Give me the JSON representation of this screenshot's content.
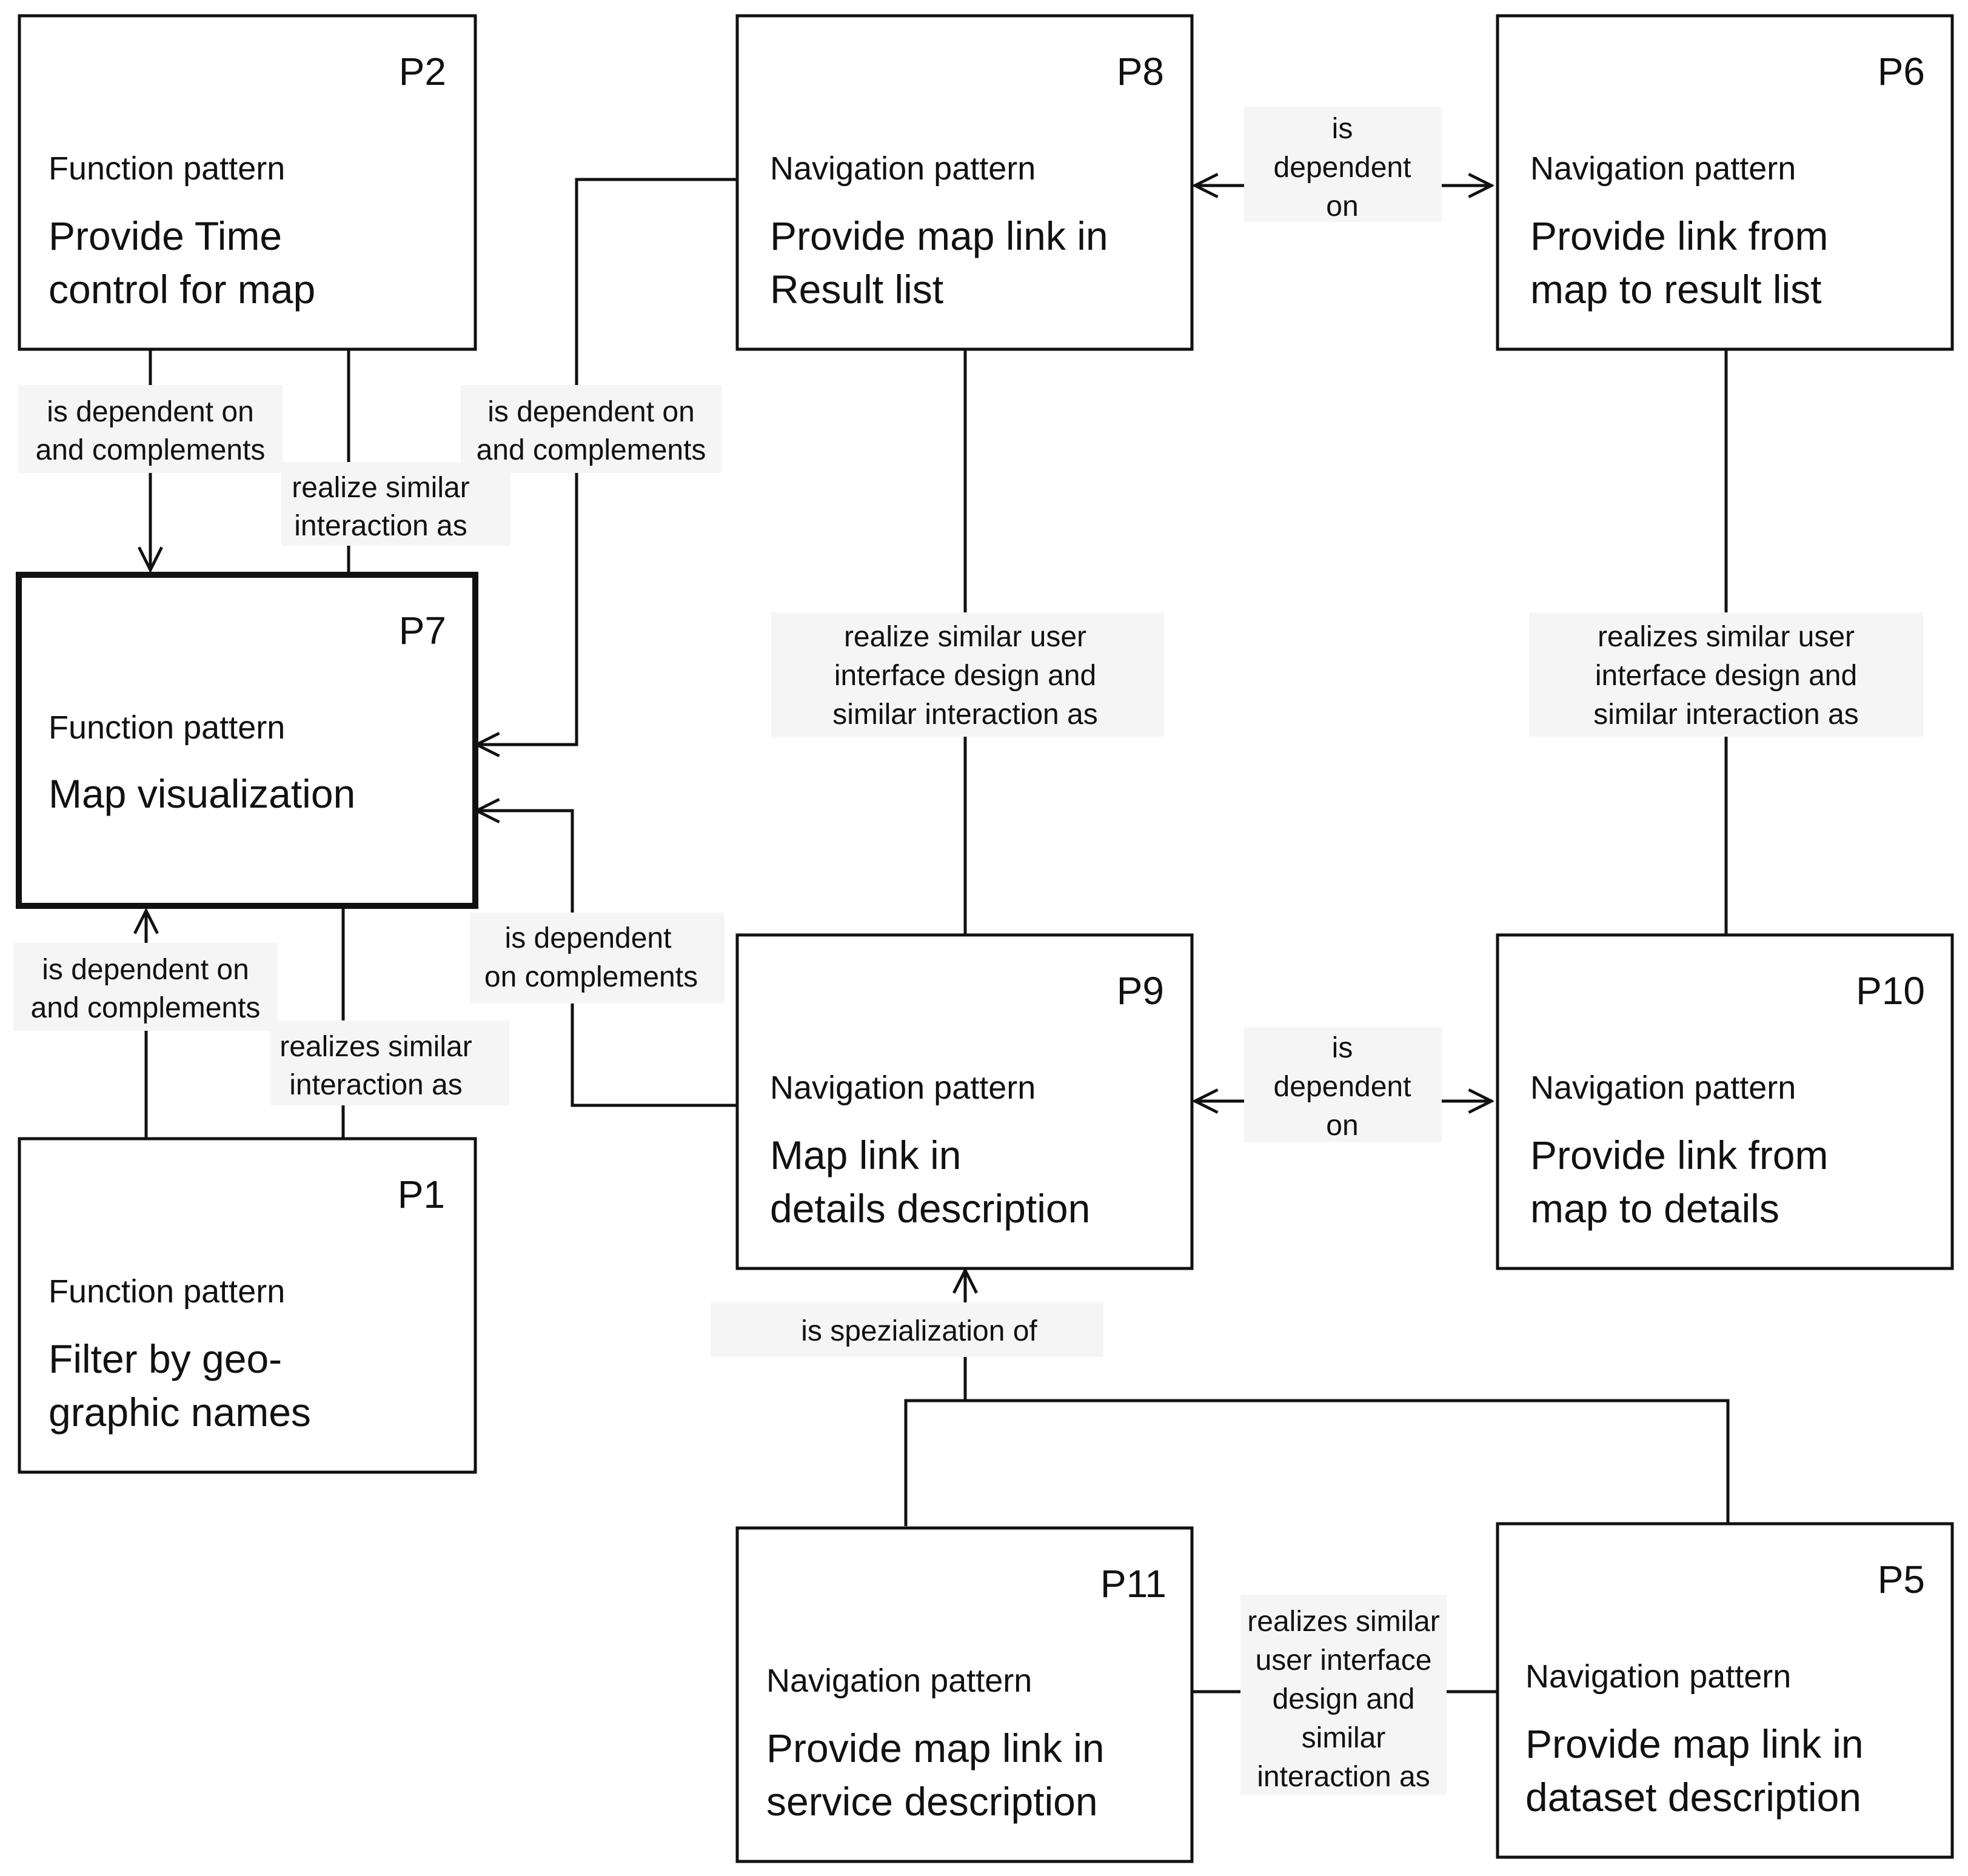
{
  "patterns": {
    "p2": {
      "id": "P2",
      "type": "Function pattern",
      "title": [
        "Provide Time",
        "control for map"
      ]
    },
    "p8": {
      "id": "P8",
      "type": "Navigation pattern",
      "title": [
        "Provide map link in",
        "Result list"
      ]
    },
    "p6": {
      "id": "P6",
      "type": "Navigation pattern",
      "title": [
        "Provide link from",
        "map to result list"
      ]
    },
    "p7": {
      "id": "P7",
      "type": "Function pattern",
      "title": [
        "Map visualization"
      ]
    },
    "p9": {
      "id": "P9",
      "type": "Navigation pattern",
      "title": [
        "Map link in",
        "details description"
      ]
    },
    "p10": {
      "id": "P10",
      "type": "Navigation pattern",
      "title": [
        "Provide link from",
        "map to details"
      ]
    },
    "p1": {
      "id": "P1",
      "type": "Function pattern",
      "title": [
        "Filter by geo-",
        "graphic names"
      ]
    },
    "p11": {
      "id": "P11",
      "type": "Navigation pattern",
      "title": [
        "Provide map link in",
        "service description"
      ]
    },
    "p5": {
      "id": "P5",
      "type": "Navigation pattern",
      "title": [
        "Provide map link in",
        "dataset description"
      ]
    }
  },
  "relations": {
    "p2_p7_dep": [
      "is dependent on",
      "and complements"
    ],
    "p2_p7_sim": [
      "realize similar",
      "interaction as"
    ],
    "p8_p7_dep": [
      "is dependent on",
      "and complements"
    ],
    "p8_p6_dep": [
      "is",
      "dependent",
      "on"
    ],
    "p8_p9_sim": [
      "realize similar user",
      "interface design and",
      "similar interaction as"
    ],
    "p6_p10_sim": [
      "realizes similar user",
      "interface design and",
      "similar interaction as"
    ],
    "p9_p7_dep": [
      "is dependent",
      "on complements"
    ],
    "p1_p7_dep": [
      "is dependent on",
      "and complements"
    ],
    "p1_p7_sim": [
      "realizes similar",
      "interaction as"
    ],
    "p9_p10_dep": [
      "is",
      "dependent",
      "on"
    ],
    "spec_p9": [
      "is spezialization of"
    ],
    "p11_p5_sim": [
      "realizes similar",
      "user  interface",
      "design and",
      "similar",
      "interaction as"
    ]
  }
}
